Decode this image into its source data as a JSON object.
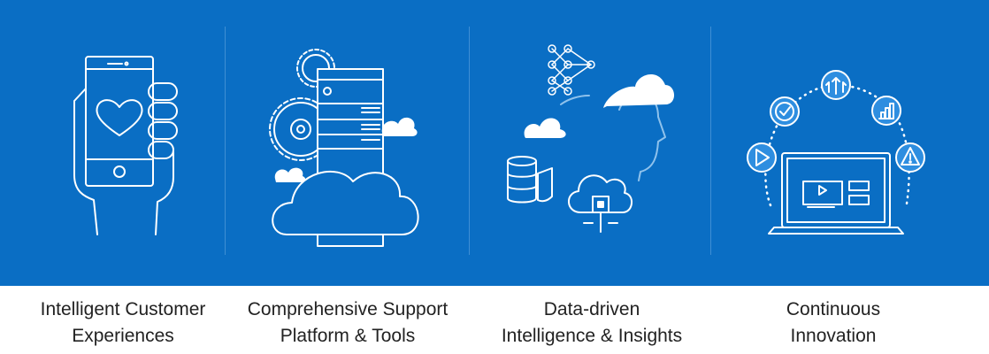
{
  "colors": {
    "brand": "#0a6ec4",
    "line": "#ffffff",
    "divider": "#3f8fd4",
    "caption_text": "#222222"
  },
  "panels": [
    {
      "icon": "smartphone-in-hand-with-heart-icon",
      "caption": [
        "Intelligent Customer",
        "Experiences"
      ]
    },
    {
      "icon": "server-gears-clouds-icon",
      "caption": [
        "Comprehensive Support",
        "Platform & Tools"
      ]
    },
    {
      "icon": "head-ai-data-cloud-icon",
      "caption": [
        "Data-driven",
        "Intelligence & Insights"
      ]
    },
    {
      "icon": "laptop-continuous-cycle-icon",
      "caption": [
        "Continuous",
        "Innovation"
      ]
    }
  ]
}
